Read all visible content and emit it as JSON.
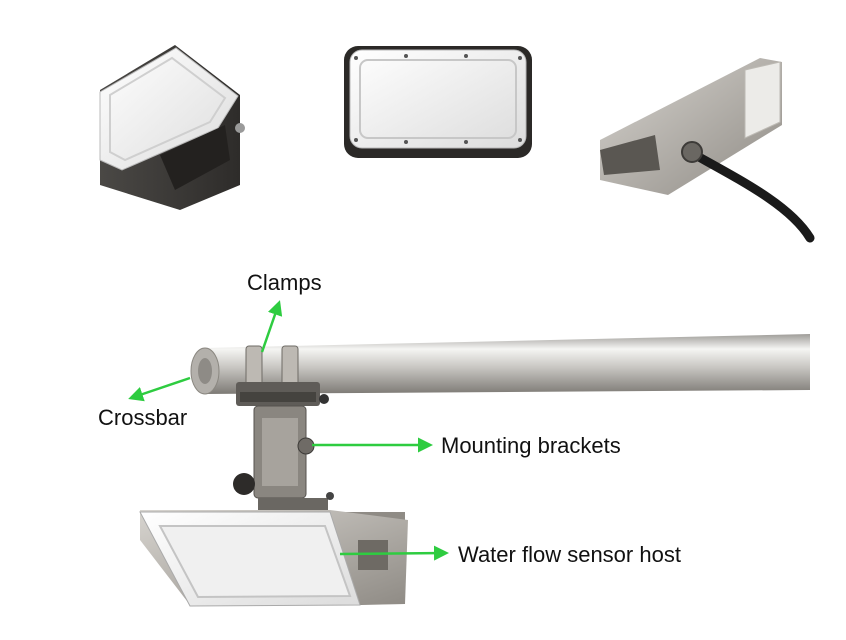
{
  "labels": {
    "clamps": "Clamps",
    "crossbar": "Crossbar",
    "mounting_brackets": "Mounting brackets",
    "sensor_host": "Water flow sensor host"
  },
  "colors": {
    "arrow": "#2ecc40",
    "metal_dark": "#3c3a38",
    "metal_light": "#d8d8d8",
    "panel_white": "#f2f2f2",
    "pipe_highlight": "#f4f4f4"
  }
}
